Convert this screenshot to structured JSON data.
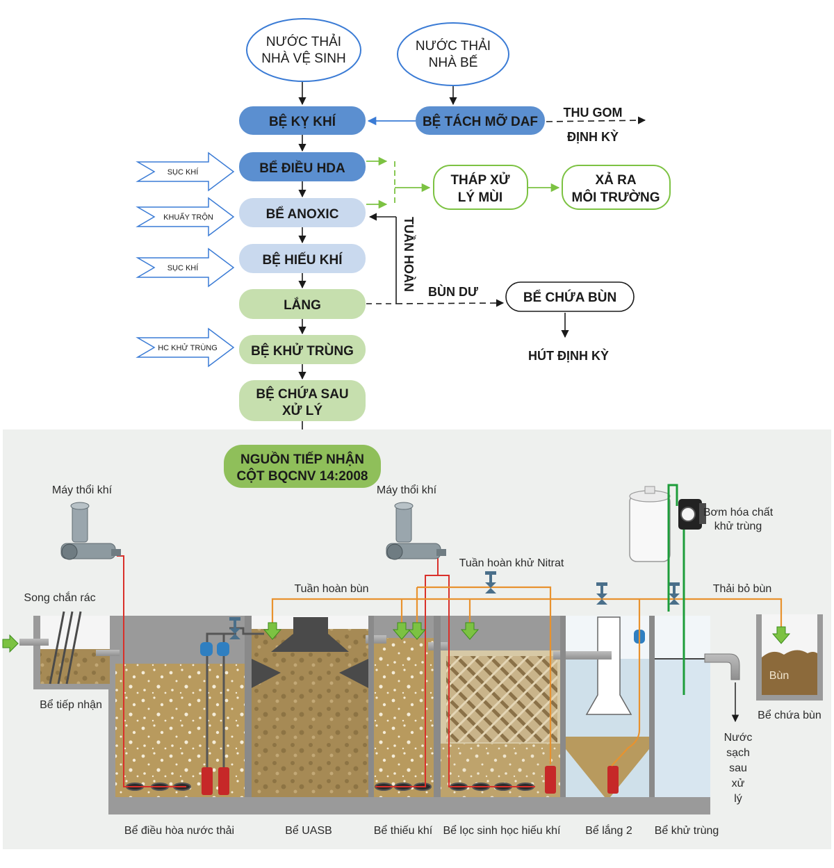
{
  "flow": {
    "sources": [
      "NƯỚC THẢI NHÀ VỆ SINH",
      "NƯỚC THẢI NHÀ BẾ"
    ],
    "source_lines": {
      "s1": [
        "NƯỚC THẢI",
        "NHÀ VỆ SINH"
      ],
      "s2": [
        "NƯỚC THẢI",
        "NHÀ BẾ"
      ]
    },
    "nodes": {
      "ky_khi": "BỆ KỴ KHÍ",
      "tach_mo": "BỆ TÁCH MỠ DAF",
      "dieu_hoa": "BỂ ĐIỀU HDA",
      "anoxic": "BỂ ANOXIC",
      "hieu_khi": "BỆ HIẾU KHÍ",
      "lang": "LẮNG",
      "khu_trung": "BỆ KHỬ TRÙNG",
      "chua_sau": [
        "BỆ CHỨA SAU",
        "XỬ LÝ"
      ],
      "nguon": [
        "NGUỒN TIẾP NHẬN",
        "CỘT BQCNV 14:2008"
      ],
      "thap": [
        "THÁP XỬ",
        "LÝ MÙI"
      ],
      "xa_ra": [
        "XẢ RA",
        "MÔI TRƯỜNG"
      ],
      "chua_bun": "BỂ CHỨA BÙN"
    },
    "inputs": [
      "SỤC KHÍ",
      "KHUẤY TRỘN",
      "SỤC KHÍ",
      "HC KHỬ TRÙNG"
    ],
    "labels": {
      "thu_gom": "THU GOM",
      "dinh_ky": "ĐỊNH KỲ",
      "tuan_hoan": "TUẦN HOÀN",
      "bun_du": "BÙN DƯ",
      "hut_dinh_ky": "HÚT ĐỊNH KỲ"
    }
  },
  "schematic": {
    "equipment": {
      "may_thoi_khi_1": "Máy thổi khí",
      "may_thoi_khi_2": "Máy thổi khí",
      "bom_hoa_chat": [
        "Bơm hóa chất",
        "khử trùng"
      ],
      "song_chan_rac": "Song chắn rác",
      "tuan_hoan_nitrat": "Tuần hoàn khử Nitrat",
      "tuan_hoan_bun": "Tuần hoàn bùn",
      "thai_bo_bun": "Thải bỏ bùn",
      "bun": "Bùn"
    },
    "outlet": [
      "Nước",
      "sạch",
      "sau",
      "xử",
      "lý"
    ],
    "tanks": {
      "tiep_nhan": "Bể tiếp nhận",
      "dieu_hoa": "Bể điều hòa nước thải",
      "uasb": "Bể UASB",
      "thieu_khi": "Bể thiếu khí",
      "loc_sinh_hoc": "Bể lọc sinh học hiếu khí",
      "lang_2": "Bể lắng 2",
      "khu_trung": "Bể khử trùng",
      "chua_bun": "Bể chứa bùn"
    }
  },
  "colors": {
    "blue_node": "#5b8fd0",
    "lightblue_node": "#c9d9ee",
    "green_node": "#c6dfae",
    "dark_green_node": "#8fbf5a",
    "arrow_blue": "#3a7bd5",
    "green_line": "#7cc242",
    "orange_pipe": "#e8922e",
    "red_pipe": "#d9302a",
    "sludge": "#b89a5e",
    "water": "#d8e6f0"
  }
}
